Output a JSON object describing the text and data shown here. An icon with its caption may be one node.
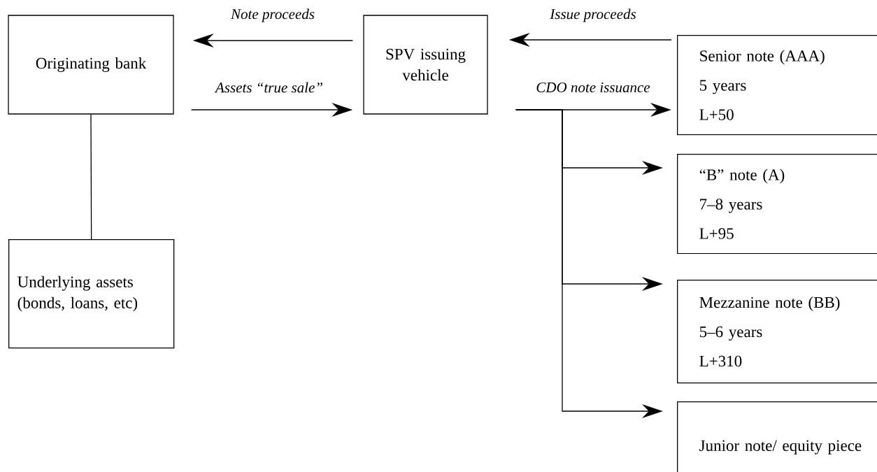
{
  "diagram": {
    "nodes": [
      {
        "text": [
          "Originating bank"
        ]
      },
      {
        "text": [
          "SPV issuing vehicle"
        ]
      },
      {
        "text": [
          "Underlying assets (bonds, loans, etc)"
        ]
      },
      {
        "text": [
          "Senior note (AAA)",
          "5 years",
          "L+50"
        ]
      },
      {
        "text": [
          "“B” note (A)",
          "7–8 years",
          "L+95"
        ]
      },
      {
        "text": [
          "Mezzanine note (BB)",
          "5–6 years",
          "L+310"
        ]
      },
      {
        "text": [
          "Junior note/ equity piece"
        ]
      }
    ],
    "edges": [
      {
        "from": 1,
        "to": 0,
        "arrow": "to",
        "label": "Note proceeds"
      },
      {
        "from": 0,
        "to": 1,
        "arrow": "to",
        "label": "Assets “true sale”"
      },
      {
        "from": 3,
        "to": 1,
        "arrow": "to",
        "label": "Issue proceeds"
      },
      {
        "from": 1,
        "to": 3,
        "arrow": "to",
        "label": "CDO note issuance"
      },
      {
        "from": 1,
        "to": 4,
        "arrow": "to"
      },
      {
        "from": 1,
        "to": 5,
        "arrow": "to"
      },
      {
        "from": 1,
        "to": 6,
        "arrow": "to"
      },
      {
        "from": 0,
        "to": 2,
        "arrow": "none"
      }
    ]
  }
}
